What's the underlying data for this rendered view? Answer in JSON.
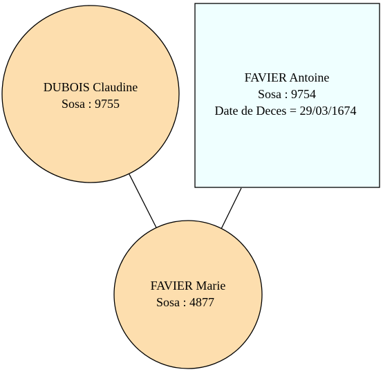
{
  "colors": {
    "person_circle_fill": "#fddeae",
    "person_box_fill": "#efffff",
    "stroke": "#000000"
  },
  "nodes": {
    "mother": {
      "shape": "circle",
      "name": "DUBOIS Claudine",
      "sosa": "Sosa : 9755"
    },
    "father": {
      "shape": "box",
      "name": "FAVIER Antoine",
      "sosa": "Sosa : 9754",
      "death": "Date de Deces = 29/03/1674"
    },
    "child": {
      "shape": "circle",
      "name": "FAVIER Marie",
      "sosa": "Sosa : 4877"
    }
  },
  "edges": [
    {
      "from": "mother",
      "to": "child"
    },
    {
      "from": "father",
      "to": "child"
    }
  ]
}
